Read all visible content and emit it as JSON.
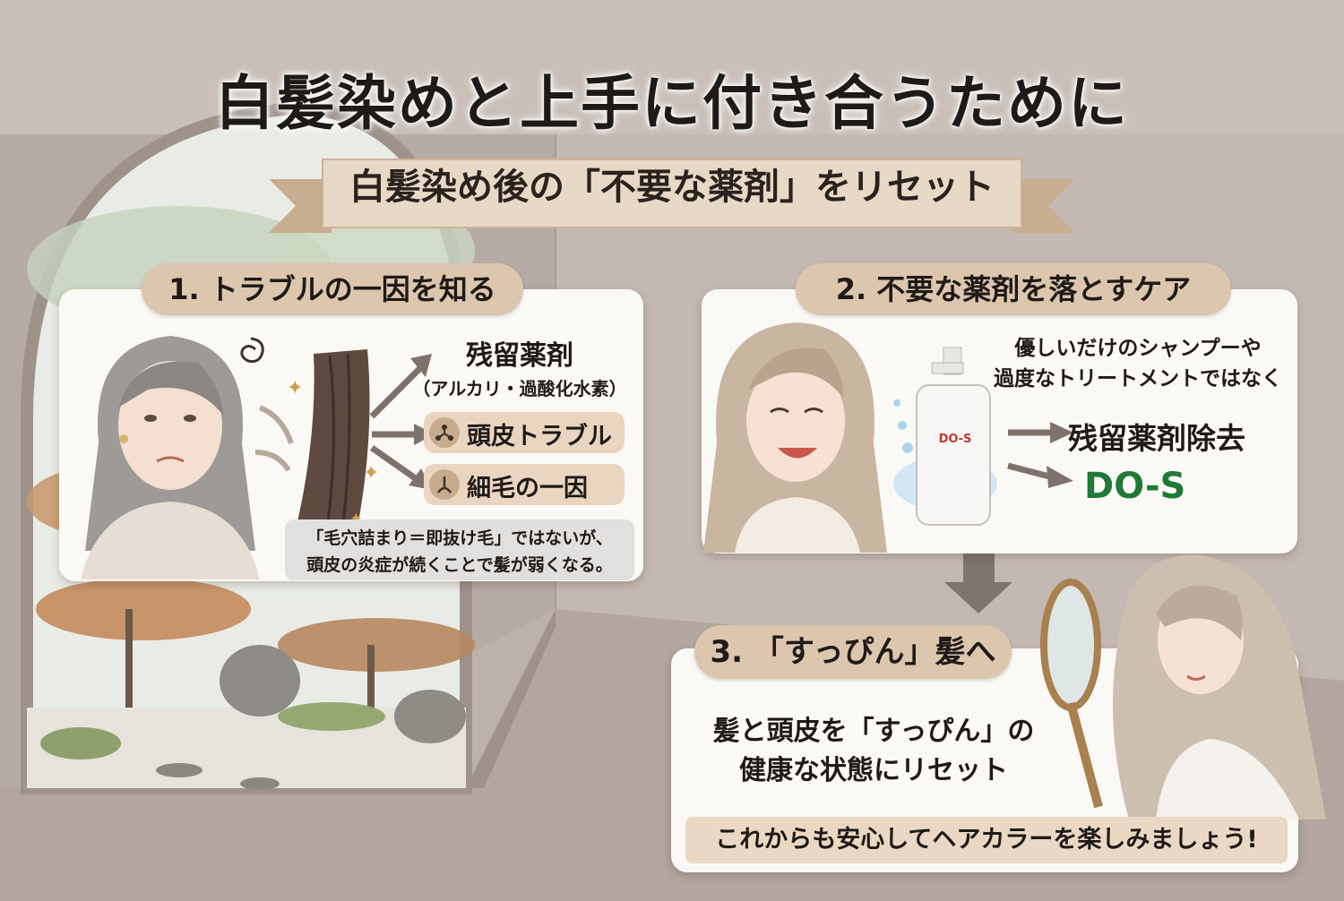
{
  "title": "白髪染めと上手に付き合うために",
  "subtitle": "白髪染め後の「不要な薬剤」をリセット",
  "section1": {
    "heading": "1. トラブルの一因を知る",
    "residue_title": "残留薬剤",
    "residue_sub": "（アルカリ・過酸化水素）",
    "item_scalp": "頭皮トラブル",
    "item_thin": "細毛の一因",
    "note_line1": "「毛穴詰まり＝即抜け毛」ではないが、",
    "note_line2": "頭皮の炎症が続くことで髪が弱くなる。"
  },
  "section2": {
    "heading": "2. 不要な薬剤を落とすケア",
    "text_line1": "優しいだけのシャンプーや",
    "text_line2": "過度なトリートメントではなく",
    "bottle_label": "DO-S",
    "result_title": "残留薬剤除去",
    "product_name": "DO-S"
  },
  "section3": {
    "heading": "3. 「すっぴん」髪へ",
    "text_line1": "髪と頭皮を「すっぴん」の",
    "text_line2": "健康な状態にリセット",
    "footer": "これからも安心してヘアカラーを楽しみましょう!"
  },
  "colors": {
    "wall": "#b9aea7",
    "card": "#fbf9f6",
    "tan": "#dcc6ad",
    "green_text": "#1e7a34",
    "red_label": "#c0392b"
  }
}
